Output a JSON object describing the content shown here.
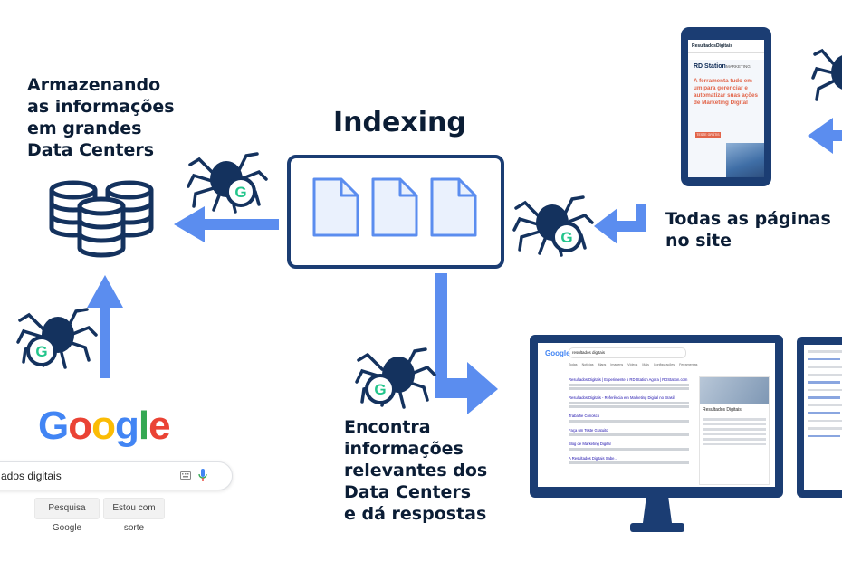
{
  "title": "Indexing",
  "labels": {
    "storage": [
      "Armazenando",
      "as informações",
      "em grandes",
      "Data Centers"
    ],
    "pages": [
      "Todas as páginas",
      "no site"
    ],
    "answers": [
      "Encontra",
      "informações",
      "relevantes dos",
      "Data Centers",
      "e dá respostas"
    ]
  },
  "google": {
    "logo": "Google",
    "query": "ados digitais",
    "button_search": "Pesquisa Google",
    "button_lucky": "Estou com sorte"
  },
  "phone": {
    "nav_brand": "ResultadosDigitais",
    "brand": "RD Station",
    "brand_sub": "MARKETING",
    "headline": "A ferramenta tudo em um para gerenciar e automatizar suas ações de Marketing Digital",
    "cta": "TESTE GRÁTIS"
  },
  "serp": {
    "logo": "Google",
    "query": "resultados digitais",
    "tabs": "Todas Notícias Maps Imagens Vídeos Mais Configurações Ferramentas",
    "results": [
      "Resultados Digitais | Experimente o RD Station Agora | RDStation.com",
      "Resultados Digitais - Referência em Marketing Digital no Brasil",
      "Trabalhe Conosco",
      "Faça um Teste Gratuito",
      "Blog de Marketing Digital",
      "A Resultados Digitais Sabe..."
    ],
    "panel_title": "Resultados Digitais"
  },
  "colors": {
    "navy": "#1b3d73",
    "text": "#0b1d35",
    "arrow": "#5b8def",
    "doc_fill": "#eaf1fd",
    "spider": "#14325e",
    "g_green": "#22c58b"
  }
}
